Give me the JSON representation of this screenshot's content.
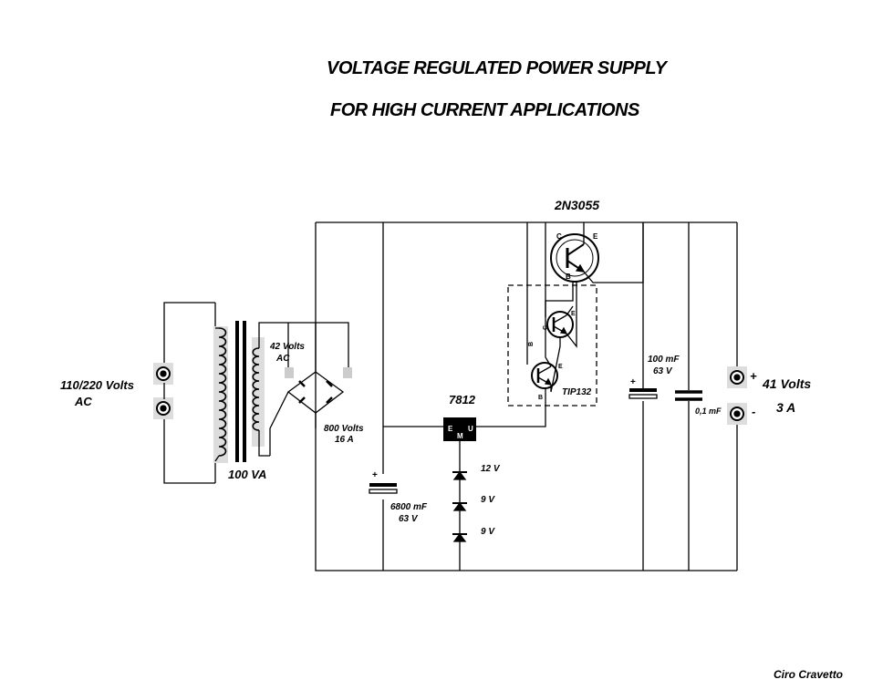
{
  "title": {
    "line1": "VOLTAGE REGULATED POWER SUPPLY",
    "line2": "FOR HIGH CURRENT APPLICATIONS"
  },
  "input": {
    "voltage": "110/220 Volts",
    "type": "AC"
  },
  "transformer": {
    "rating": "100 VA",
    "secondary_line1": "42  Volts",
    "secondary_line2": "AC"
  },
  "bridge": {
    "line1": "800 Volts",
    "line2": "16  A"
  },
  "filter_cap": {
    "line1": "6800 mF",
    "line2": "63 V"
  },
  "regulator": {
    "part": "7812",
    "pin_e": "E",
    "pin_m": "M",
    "pin_u": "U"
  },
  "zeners": [
    "12 V",
    "9 V",
    "9 V"
  ],
  "tip132": {
    "part": "TIP132"
  },
  "power_transistor": {
    "part": "2N3055"
  },
  "pins": {
    "c": "C",
    "b": "B",
    "e": "E"
  },
  "output_cap1": {
    "line1": "100 mF",
    "line2": "63 V"
  },
  "output_cap2": {
    "value": "0,1 mF"
  },
  "output": {
    "voltage": "41 Volts",
    "current": "3 A",
    "plus": "+",
    "minus": "-"
  },
  "author": "Ciro Cravetto"
}
